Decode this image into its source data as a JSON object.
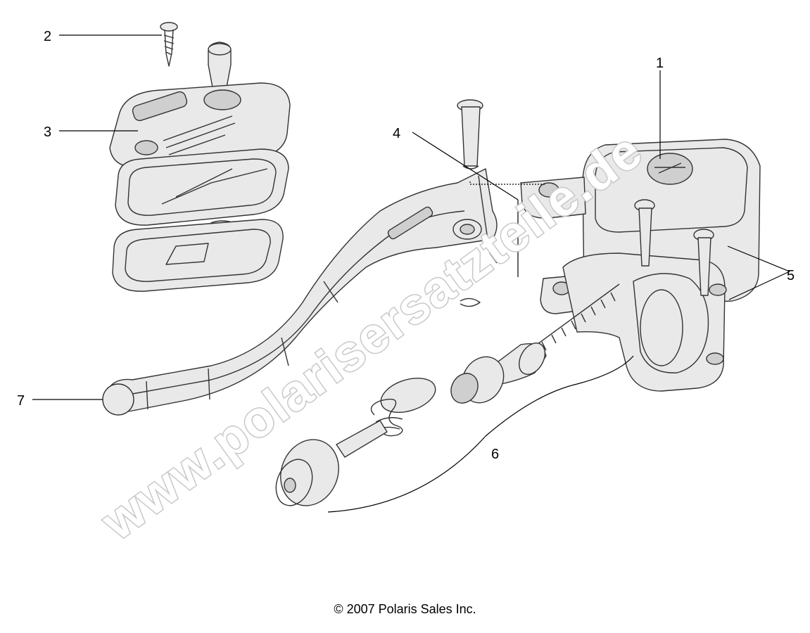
{
  "callouts": {
    "c1": "1",
    "c2": "2",
    "c3": "3",
    "c4": "4",
    "c5": "5",
    "c6": "6",
    "c7": "7"
  },
  "watermark": "www.polarisersatzteile.de",
  "footer": {
    "copyright": "© 2007 Polaris Sales Inc."
  }
}
